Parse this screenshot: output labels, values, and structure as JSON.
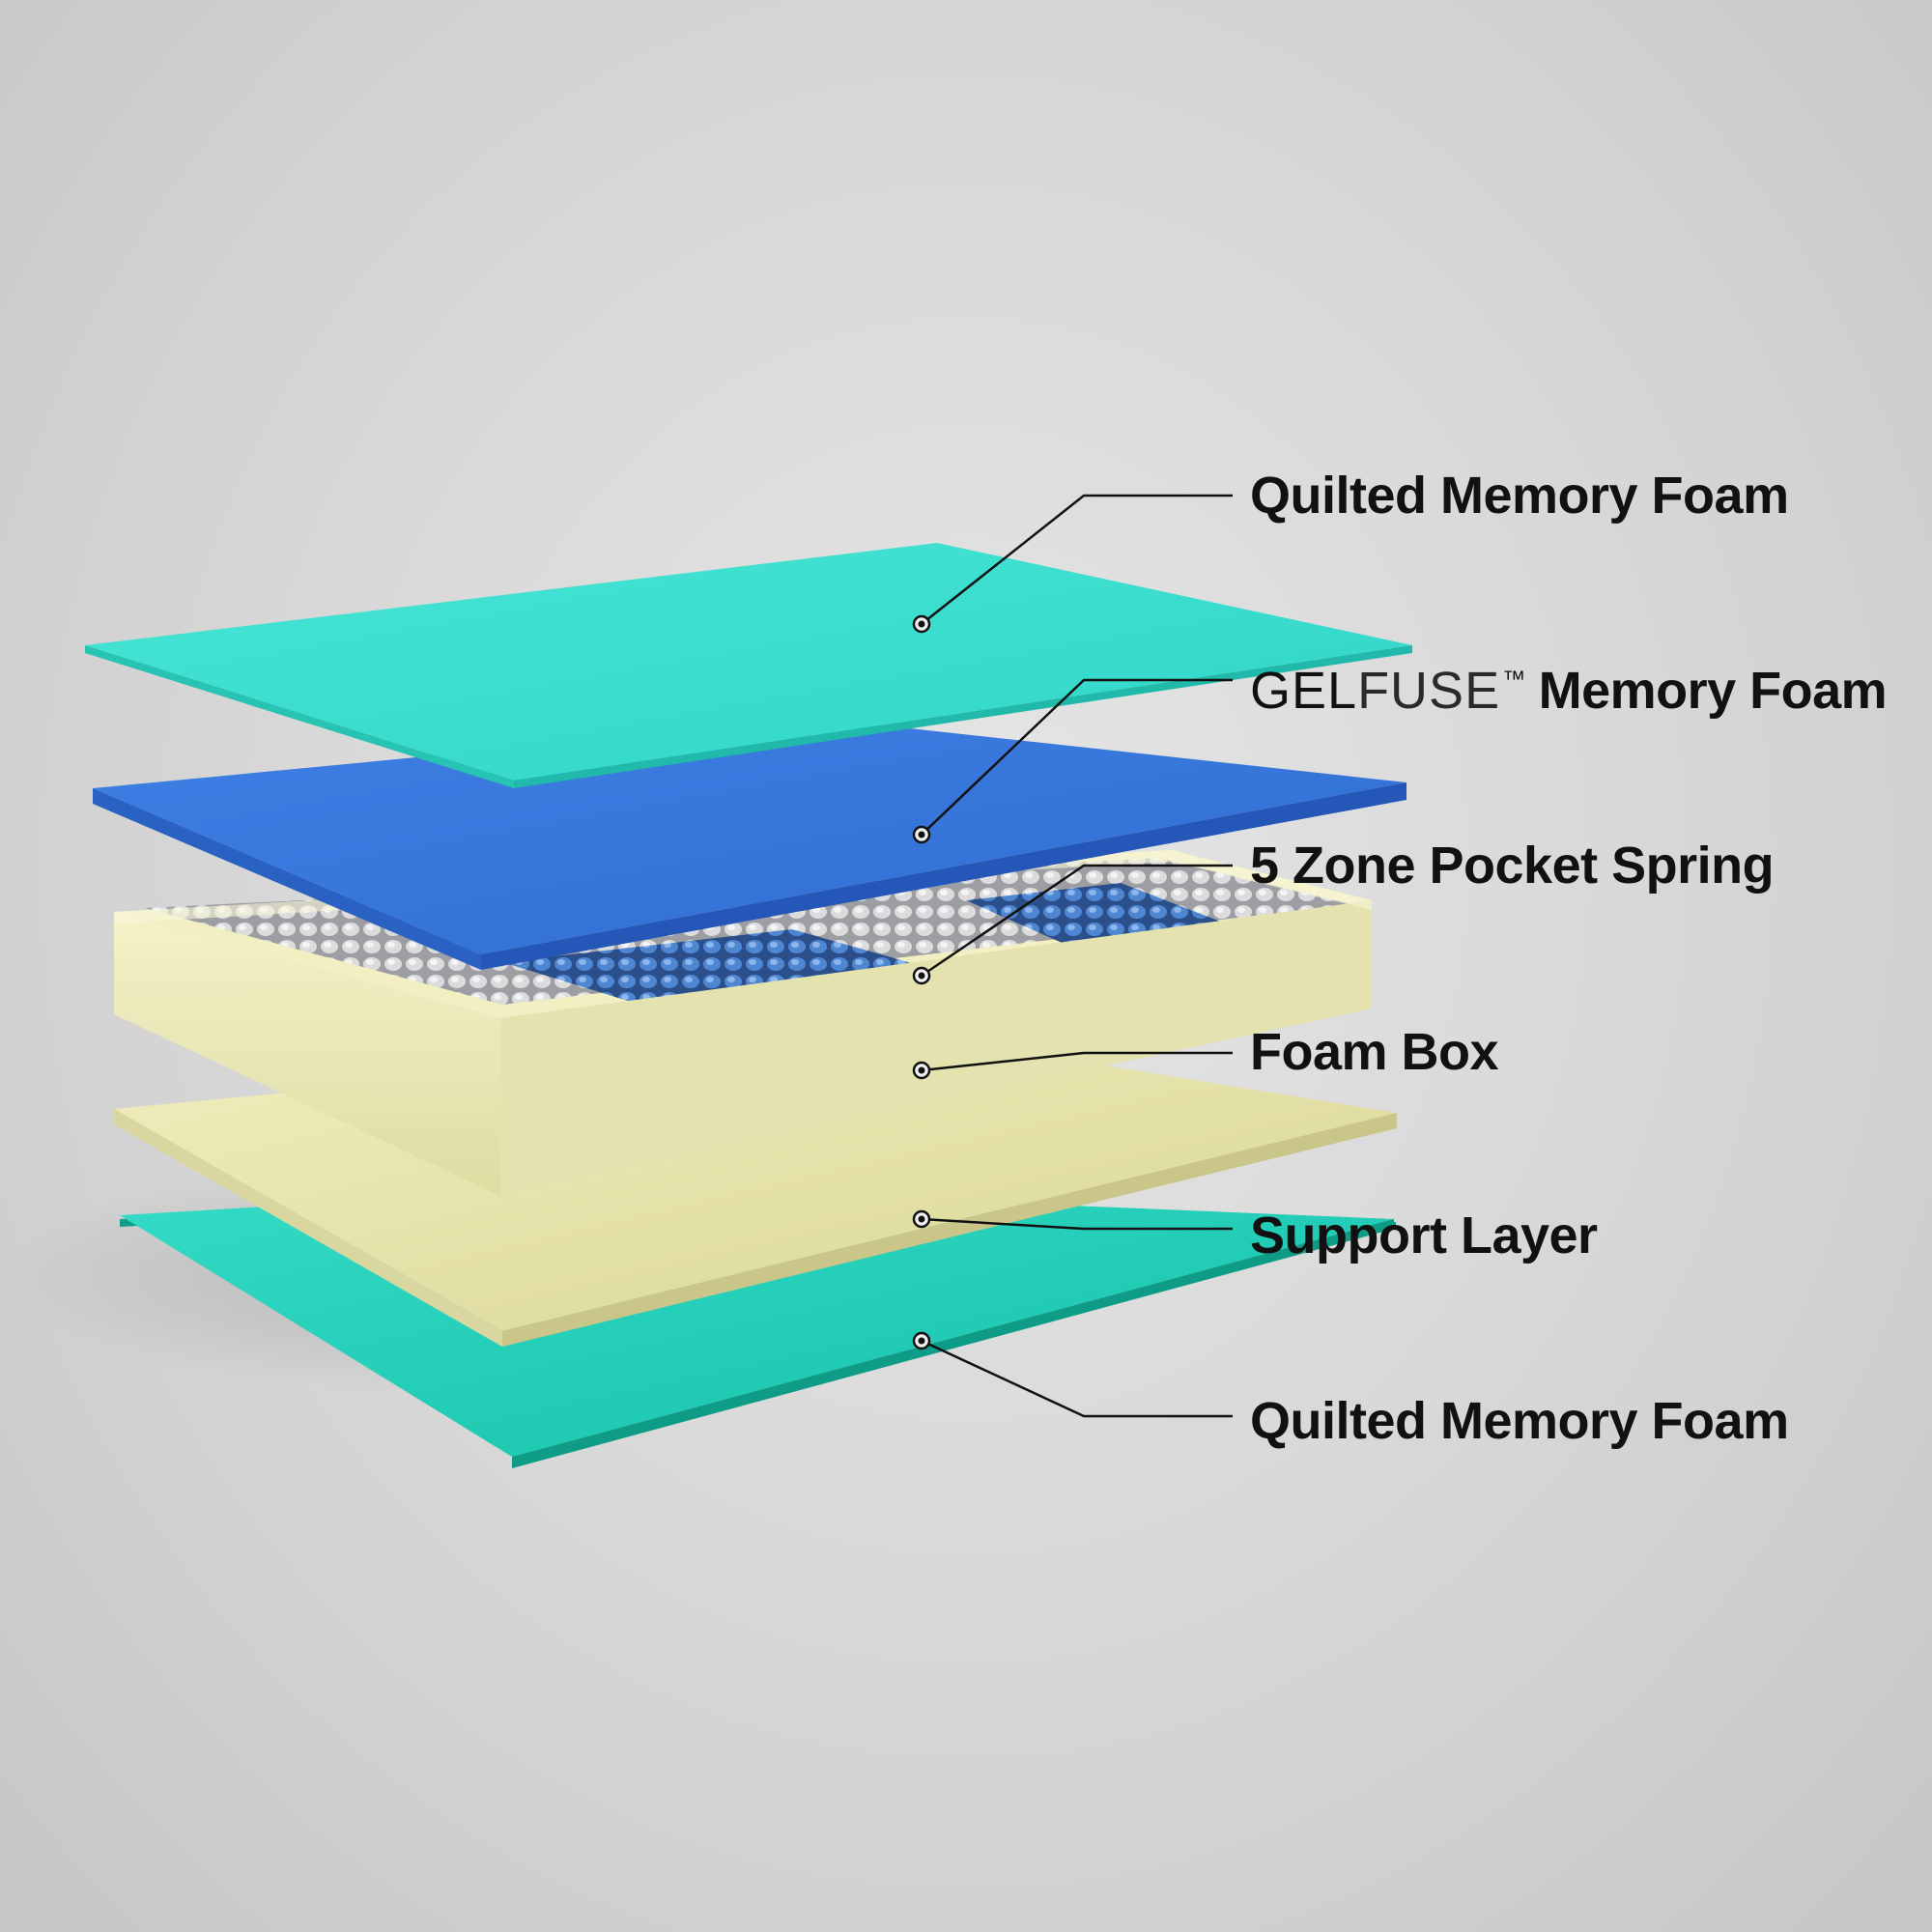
{
  "labels": {
    "layer_1": "Quilted Memory Foam",
    "layer_2_brand_part1": "GEL",
    "layer_2_brand_part2": "FUSE",
    "layer_2_trademark": "™",
    "layer_2_name": "Memory Foam",
    "layer_3": "5 Zone Pocket Spring",
    "layer_4": "Foam Box",
    "layer_5": "Support Layer",
    "layer_6": "Quilted Memory Foam"
  },
  "colors": {
    "quilted_foam": "#3fe0cf",
    "gelfuse_foam": "#3f7fe0",
    "foam_box": "#eeecb8",
    "support_layer": "#eeecaa",
    "spring_gray": "#c9c9c9",
    "spring_blue": "#5a8fd6"
  }
}
